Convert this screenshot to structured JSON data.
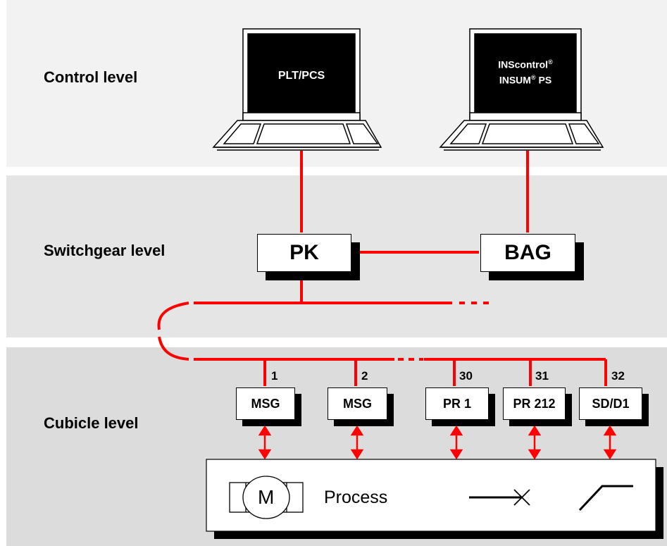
{
  "levels": {
    "control": "Control level",
    "switchgear": "Switchgear level",
    "cubicle": "Cubicle level"
  },
  "laptops": {
    "left_screen": "PLT/PCS",
    "right_screen_line1": "INScontrol",
    "right_screen_line2_a": "INSUM",
    "right_screen_line2_b": "PS",
    "registered": "®"
  },
  "switchgear": {
    "pk": "PK",
    "bag": "BAG"
  },
  "cubicles": [
    {
      "number": "1",
      "label": "MSG"
    },
    {
      "number": "2",
      "label": "MSG"
    },
    {
      "number": "30",
      "label": "PR 1"
    },
    {
      "number": "31",
      "label": "PR 212"
    },
    {
      "number": "32",
      "label": "SD/D1"
    }
  ],
  "process": {
    "label": "Process",
    "motor_letter": "M"
  },
  "colors": {
    "bus": "#ff0000",
    "band_top": "#f2f2f2",
    "band_mid": "#e5e5e5",
    "band_bottom": "#dcdcdc"
  }
}
